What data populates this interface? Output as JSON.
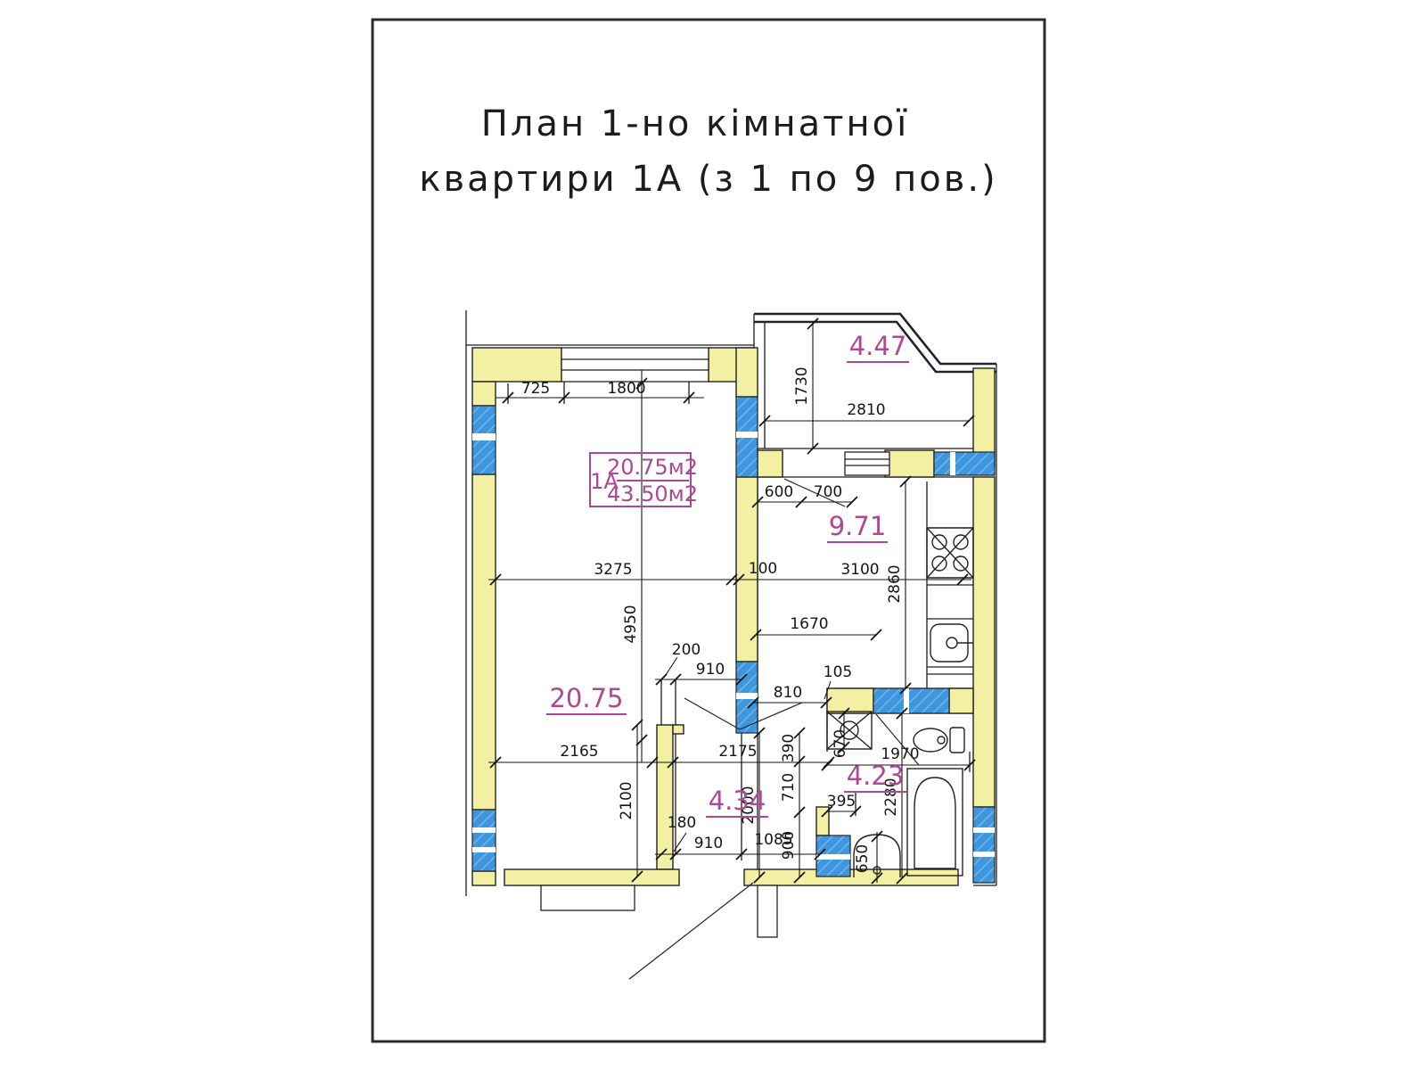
{
  "title": {
    "line1": "План 1-но кімнатної",
    "line2": "квартири 1А (з 1 по 9 пов.)"
  },
  "info_box": {
    "unit": "1А",
    "room_area": "20.75м2",
    "total_area": "43.50м2"
  },
  "rooms": {
    "living": "20.75",
    "kitchen": "9.71",
    "balcony": "4.47",
    "hallway": "4.34",
    "bathroom": "4.23"
  },
  "dims": {
    "t725": "725",
    "t1800": "1800",
    "t1730": "1730",
    "t2810": "2810",
    "t600": "600",
    "t700": "700",
    "t3275": "3275",
    "t100": "100",
    "t3100": "3100",
    "t4950": "4950",
    "t2860": "2860",
    "t1670": "1670",
    "t200": "200",
    "t910a": "910",
    "t810": "810",
    "t105": "105",
    "t2165": "2165",
    "t2175": "2175",
    "t2100": "2100",
    "t2000": "2000",
    "t390": "390",
    "t710": "710",
    "t900": "900",
    "t180": "180",
    "t910b": "910",
    "t1085": "1085",
    "t395": "395",
    "t1970": "1970",
    "t2280": "2280",
    "t670": "670",
    "t650": "650"
  },
  "colors": {
    "wall_fill": "#f3f0a3",
    "window_fill": "#3e97de",
    "label_color": "#ae4796",
    "line_color": "#1d1d1d",
    "paper": "#ffffff"
  }
}
